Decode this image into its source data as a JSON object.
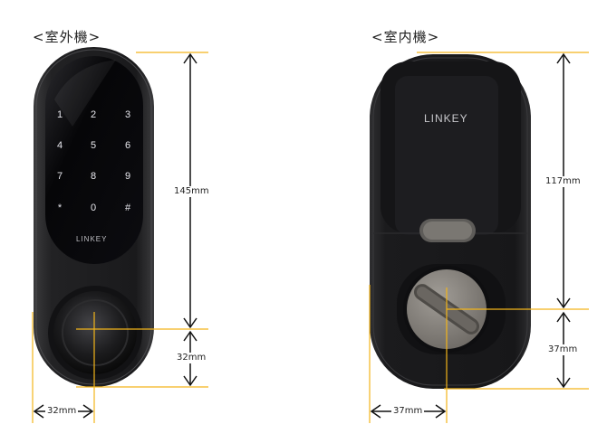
{
  "outdoor": {
    "title": "<室外機>",
    "brand": "LINKEY",
    "keys": [
      "1",
      "2",
      "3",
      "4",
      "5",
      "6",
      "7",
      "8",
      "9",
      "*",
      "0",
      "#"
    ],
    "height_label": "145mm",
    "knob_label": "32mm",
    "width_label": "32mm"
  },
  "indoor": {
    "title": "<室内機>",
    "brand": "LINKEY",
    "height_label": "117mm",
    "thumb_label": "37mm",
    "width_label": "37mm"
  },
  "colors": {
    "guide": "#f3b51a",
    "body": "#1c1c1e",
    "thumbturn": "#8a8680"
  }
}
